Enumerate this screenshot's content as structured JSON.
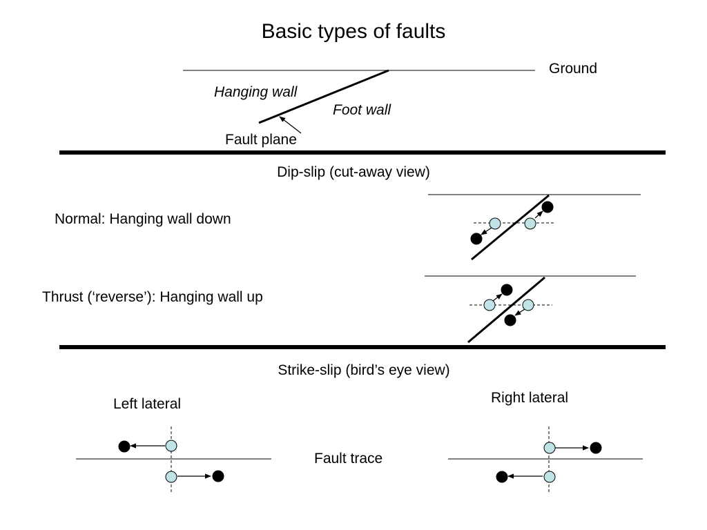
{
  "title": "Basic types of faults",
  "intro": {
    "ground": "Ground",
    "hanging_wall": "Hanging wall",
    "foot_wall": "Foot wall",
    "fault_plane": "Fault plane"
  },
  "dip_slip": {
    "heading": "Dip-slip (cut-away view)",
    "normal": "Normal:  Hanging wall down",
    "thrust": "Thrust (‘reverse’): Hanging wall up"
  },
  "strike_slip": {
    "heading": "Strike-slip (bird’s eye view)",
    "left_lateral": "Left lateral",
    "right_lateral": "Right lateral",
    "fault_trace": "Fault trace"
  },
  "colors": {
    "marker_before": "#bfe3e6",
    "marker_after": "#000000",
    "ink": "#000000"
  }
}
